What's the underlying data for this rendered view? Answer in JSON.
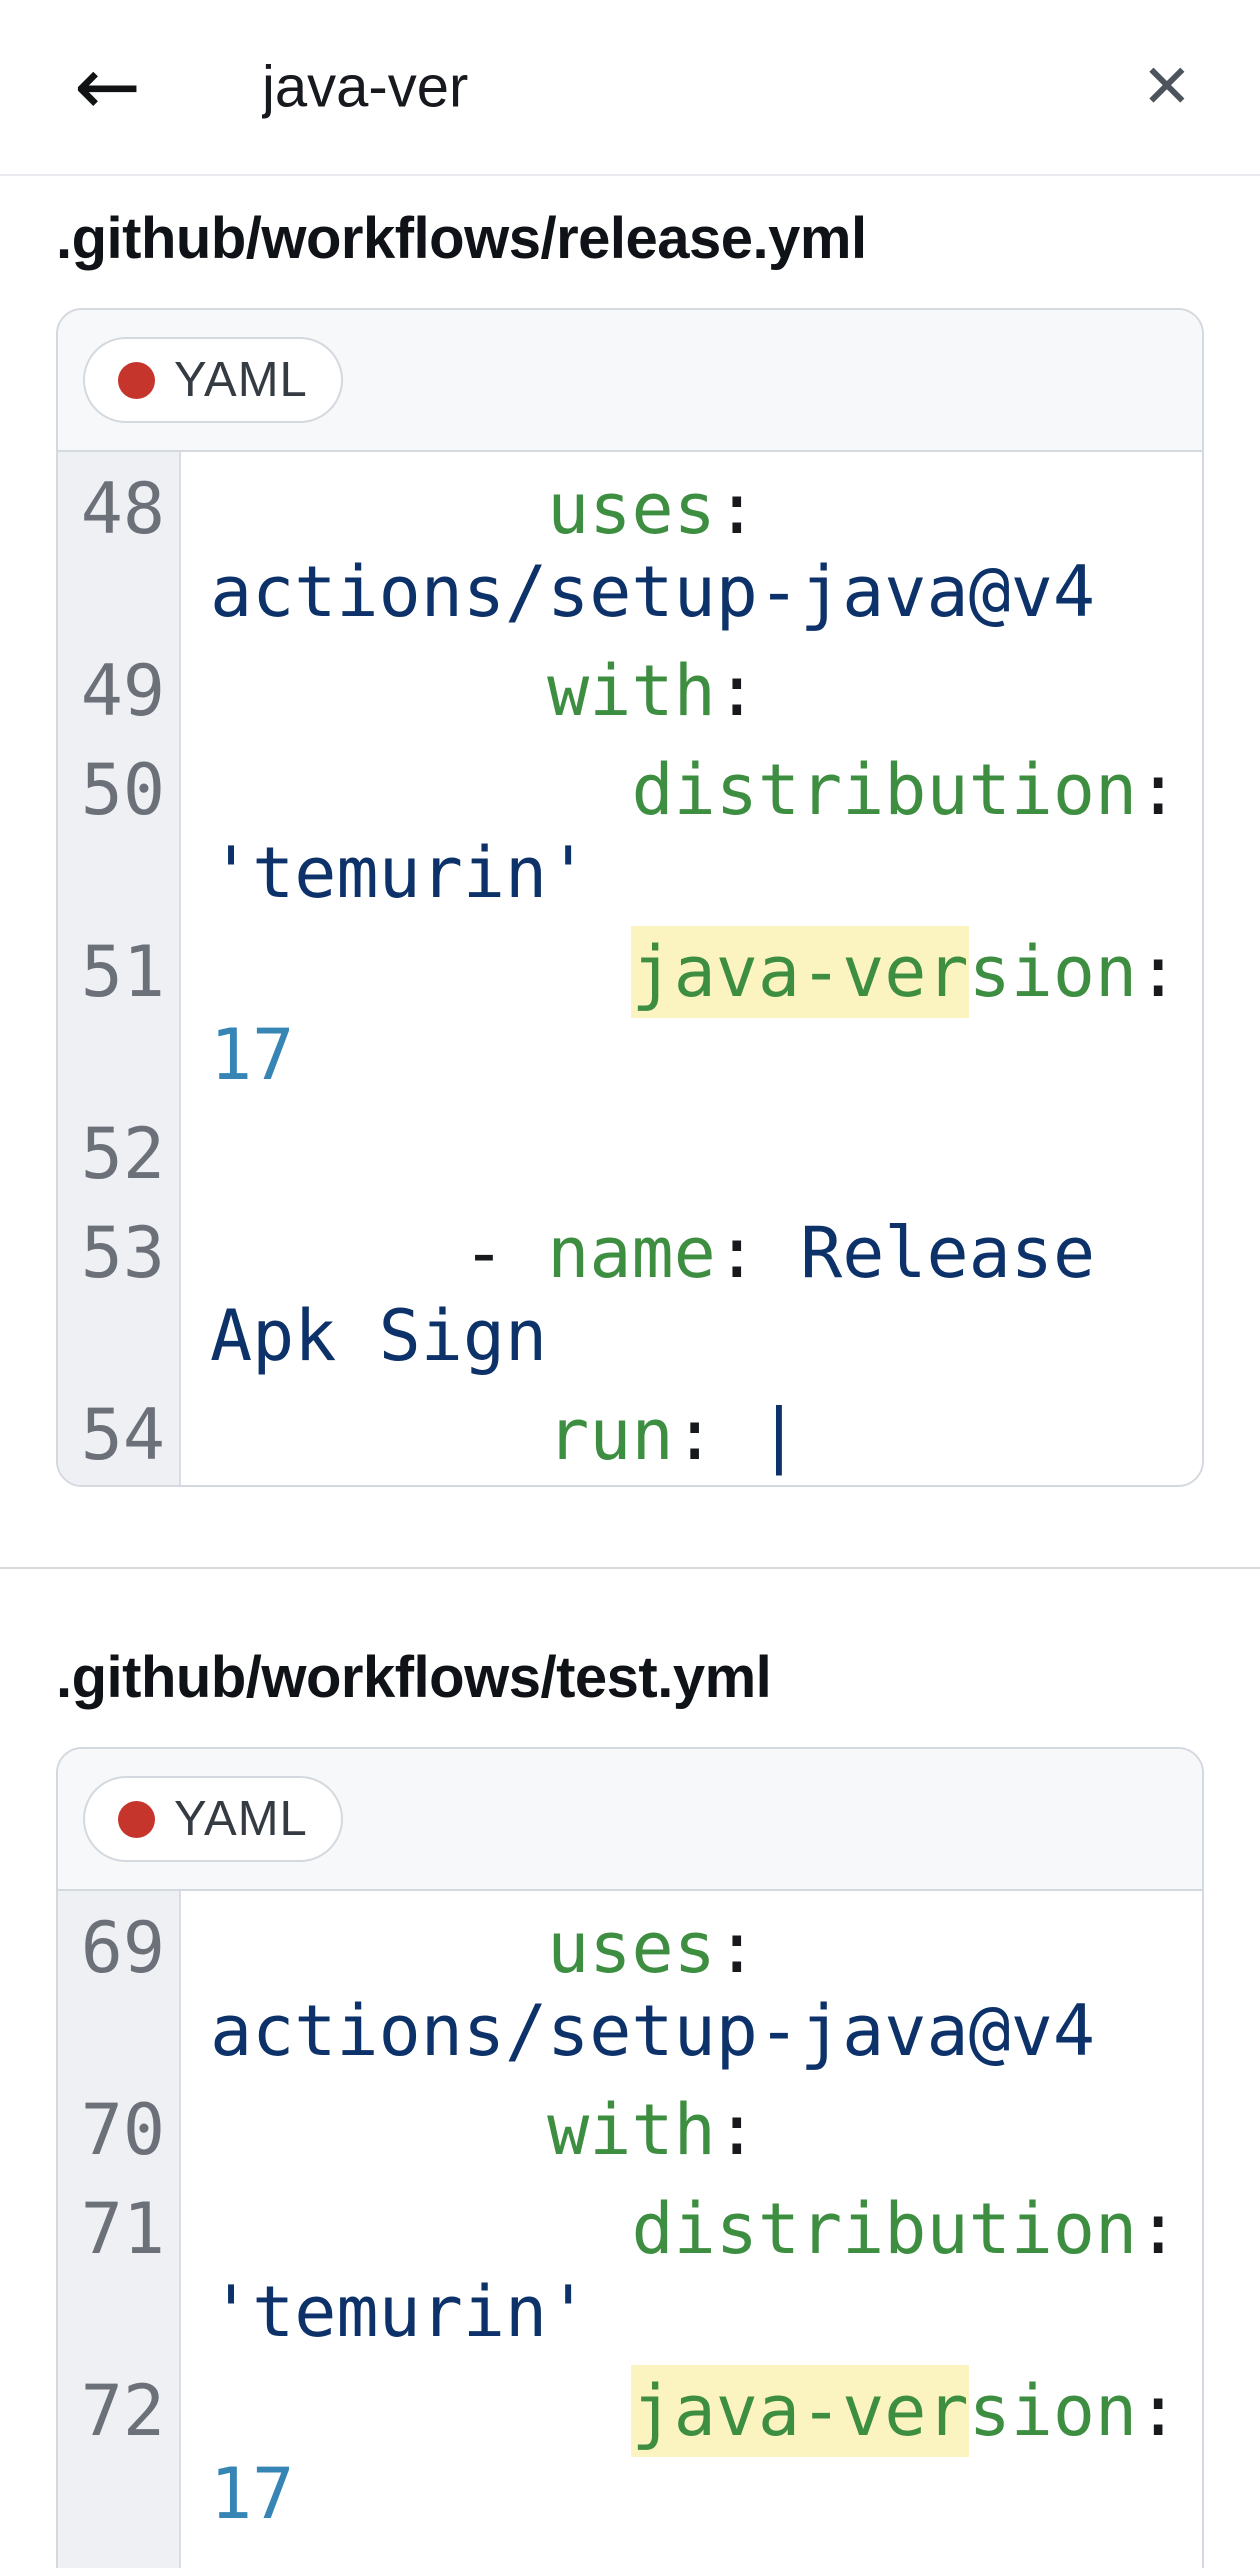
{
  "topbar": {
    "back_icon": "←",
    "query": "java-ver",
    "close_icon": "✕"
  },
  "syntax_colors": {
    "key": "#3e8e41",
    "value": "#0d3269",
    "number": "#3685b5",
    "punct": "#17191d",
    "line_number": "#6b7079",
    "highlight_bg": "#fbf4c0"
  },
  "results": [
    {
      "file": ".github/workflows/release.yml",
      "language": {
        "label": "YAML",
        "dot_color": "#c5352b"
      },
      "lines": [
        {
          "num": "48",
          "tokens": [
            {
              "t": "        ",
              "c": "plain"
            },
            {
              "t": "uses",
              "c": "key"
            },
            {
              "t": ":",
              "c": "punct"
            },
            {
              "t": " ",
              "c": "plain"
            },
            {
              "t": "actions/setup-java@v4",
              "c": "value"
            }
          ]
        },
        {
          "num": "49",
          "tokens": [
            {
              "t": "        ",
              "c": "plain"
            },
            {
              "t": "with",
              "c": "key"
            },
            {
              "t": ":",
              "c": "punct"
            }
          ]
        },
        {
          "num": "50",
          "tokens": [
            {
              "t": "          ",
              "c": "plain"
            },
            {
              "t": "distribution",
              "c": "key"
            },
            {
              "t": ":",
              "c": "punct"
            },
            {
              "t": " ",
              "c": "plain"
            },
            {
              "t": "'temurin'",
              "c": "value"
            }
          ]
        },
        {
          "num": "51",
          "tokens": [
            {
              "t": "          ",
              "c": "plain"
            },
            {
              "t": "java-ver",
              "c": "key hl"
            },
            {
              "t": "sion",
              "c": "key"
            },
            {
              "t": ":",
              "c": "punct"
            },
            {
              "t": " ",
              "c": "plain"
            },
            {
              "t": "17",
              "c": "number"
            }
          ]
        },
        {
          "num": "52",
          "tokens": [
            {
              "t": " ",
              "c": "plain"
            }
          ]
        },
        {
          "num": "53",
          "tokens": [
            {
              "t": "      ",
              "c": "plain"
            },
            {
              "t": "-",
              "c": "punct"
            },
            {
              "t": " ",
              "c": "plain"
            },
            {
              "t": "name",
              "c": "key"
            },
            {
              "t": ":",
              "c": "punct"
            },
            {
              "t": " ",
              "c": "plain"
            },
            {
              "t": "Release Apk Sign",
              "c": "value"
            }
          ]
        },
        {
          "num": "54",
          "tokens": [
            {
              "t": "        ",
              "c": "plain"
            },
            {
              "t": "run",
              "c": "key"
            },
            {
              "t": ":",
              "c": "punct"
            },
            {
              "t": " ",
              "c": "plain"
            },
            {
              "t": "|",
              "c": "value"
            }
          ]
        }
      ]
    },
    {
      "file": ".github/workflows/test.yml",
      "language": {
        "label": "YAML",
        "dot_color": "#c5352b"
      },
      "lines": [
        {
          "num": "69",
          "tokens": [
            {
              "t": "        ",
              "c": "plain"
            },
            {
              "t": "uses",
              "c": "key"
            },
            {
              "t": ":",
              "c": "punct"
            },
            {
              "t": " ",
              "c": "plain"
            },
            {
              "t": "actions/setup-java@v4",
              "c": "value"
            }
          ]
        },
        {
          "num": "70",
          "tokens": [
            {
              "t": "        ",
              "c": "plain"
            },
            {
              "t": "with",
              "c": "key"
            },
            {
              "t": ":",
              "c": "punct"
            }
          ]
        },
        {
          "num": "71",
          "tokens": [
            {
              "t": "          ",
              "c": "plain"
            },
            {
              "t": "distribution",
              "c": "key"
            },
            {
              "t": ":",
              "c": "punct"
            },
            {
              "t": " ",
              "c": "plain"
            },
            {
              "t": "'temurin'",
              "c": "value"
            }
          ]
        },
        {
          "num": "72",
          "tokens": [
            {
              "t": "          ",
              "c": "plain"
            },
            {
              "t": "java-ver",
              "c": "key hl"
            },
            {
              "t": "sion",
              "c": "key"
            },
            {
              "t": ":",
              "c": "punct"
            },
            {
              "t": " ",
              "c": "plain"
            },
            {
              "t": "17",
              "c": "number"
            }
          ]
        }
      ]
    }
  ]
}
